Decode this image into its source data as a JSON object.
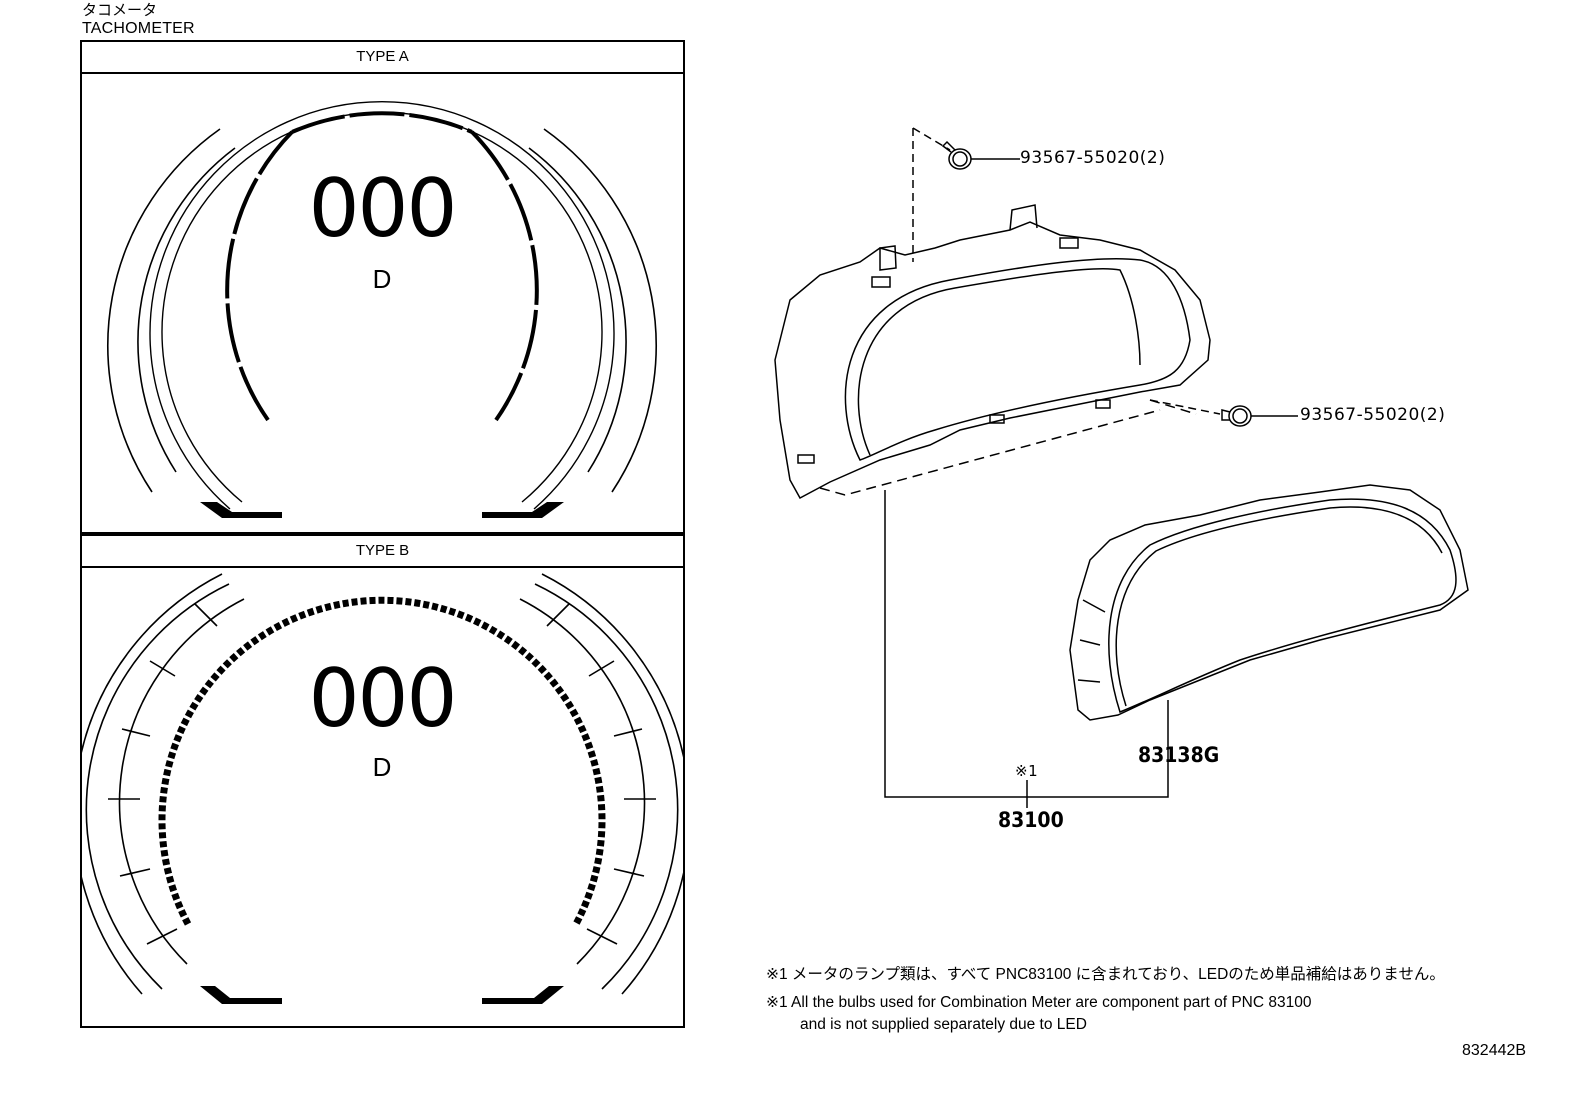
{
  "header": {
    "title_jp": "タコメータ",
    "title_en": "TACHOMETER"
  },
  "panels": [
    {
      "label": "TYPE A",
      "digits": "000",
      "gear": "D"
    },
    {
      "label": "TYPE B",
      "digits": "000",
      "gear": "D"
    }
  ],
  "parts": {
    "screw_top": "93567-55020(2)",
    "screw_bottom": "93567-55020(2)",
    "glass": "83138G",
    "meter": "83100",
    "meter_note_ref": "※1"
  },
  "notes": {
    "jp": "※1 メータのランプ類は、すべて PNC83100 に含まれており、LEDのため単品補給はありません。",
    "en_line1": "※1 All the bulbs used for Combination Meter are component part of PNC 83100",
    "en_line2": "and is not supplied separately due to LED"
  },
  "catalog_id": "832442B",
  "colors": {
    "ink": "#000000",
    "paper": "#ffffff"
  }
}
